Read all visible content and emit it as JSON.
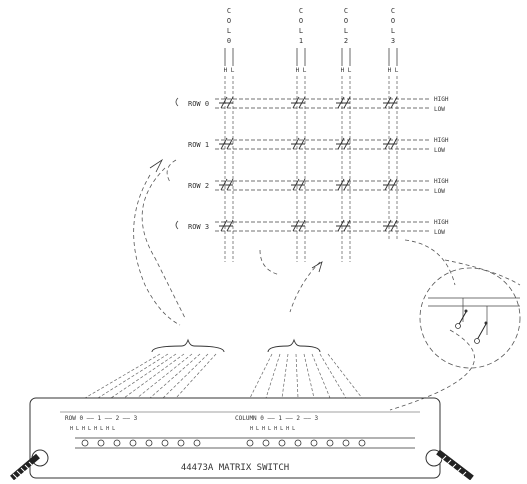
{
  "columns": {
    "titles": [
      [
        "C",
        "O",
        "L",
        "0"
      ],
      [
        "C",
        "O",
        "L",
        "1"
      ],
      [
        "C",
        "O",
        "L",
        "2"
      ],
      [
        "C",
        "O",
        "L",
        "3"
      ]
    ],
    "hi_lo": [
      "H  L",
      "H  L",
      "H  L",
      "H  L"
    ]
  },
  "rows": [
    {
      "label": "ROW 0",
      "high": "HIGH",
      "low": "LOW"
    },
    {
      "label": "ROW 1",
      "high": "HIGH",
      "low": "LOW"
    },
    {
      "label": "ROW 2",
      "high": "HIGH",
      "low": "LOW"
    },
    {
      "label": "ROW 3",
      "high": "HIGH",
      "low": "LOW"
    }
  ],
  "connector": {
    "row_strip": "ROW 0 —— 1 —— 2 —— 3",
    "row_hl": "H L H L H L H L",
    "column_strip": "COLUMN 0 —— 1 —— 2 —— 3",
    "column_hl": "H L H L H L H L",
    "label": "44473A MATRIX SWITCH"
  }
}
